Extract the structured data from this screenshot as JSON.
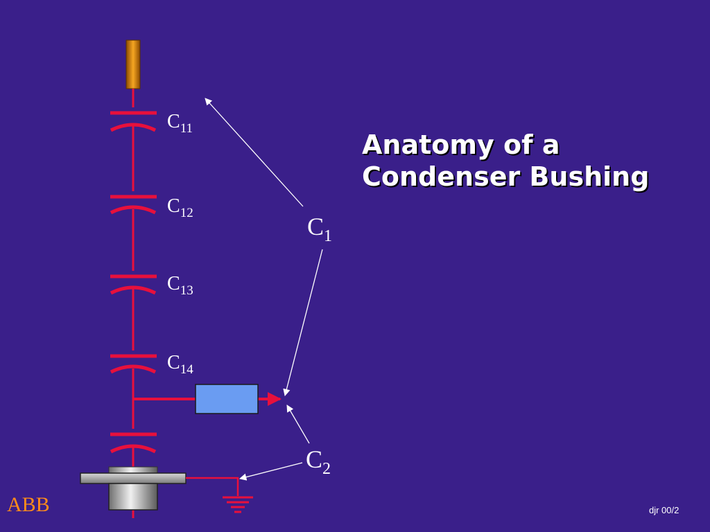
{
  "title": {
    "line1": "Anatomy of a",
    "line2": "Condenser Bushing"
  },
  "capacitors": [
    {
      "base": "C",
      "sub": "11"
    },
    {
      "base": "C",
      "sub": "12"
    },
    {
      "base": "C",
      "sub": "13"
    },
    {
      "base": "C",
      "sub": "14"
    }
  ],
  "groups": [
    {
      "base": "C",
      "sub": "1"
    },
    {
      "base": "C",
      "sub": "2"
    }
  ],
  "brand": "ABB",
  "footer": "djr 00/2",
  "colors": {
    "background": "#3a1f8a",
    "conductor": "#e8103c",
    "terminal": "#e08a10",
    "tap": "#6a9cf2",
    "flange": "#b8b8b8",
    "brand": "#ff8c1a"
  }
}
